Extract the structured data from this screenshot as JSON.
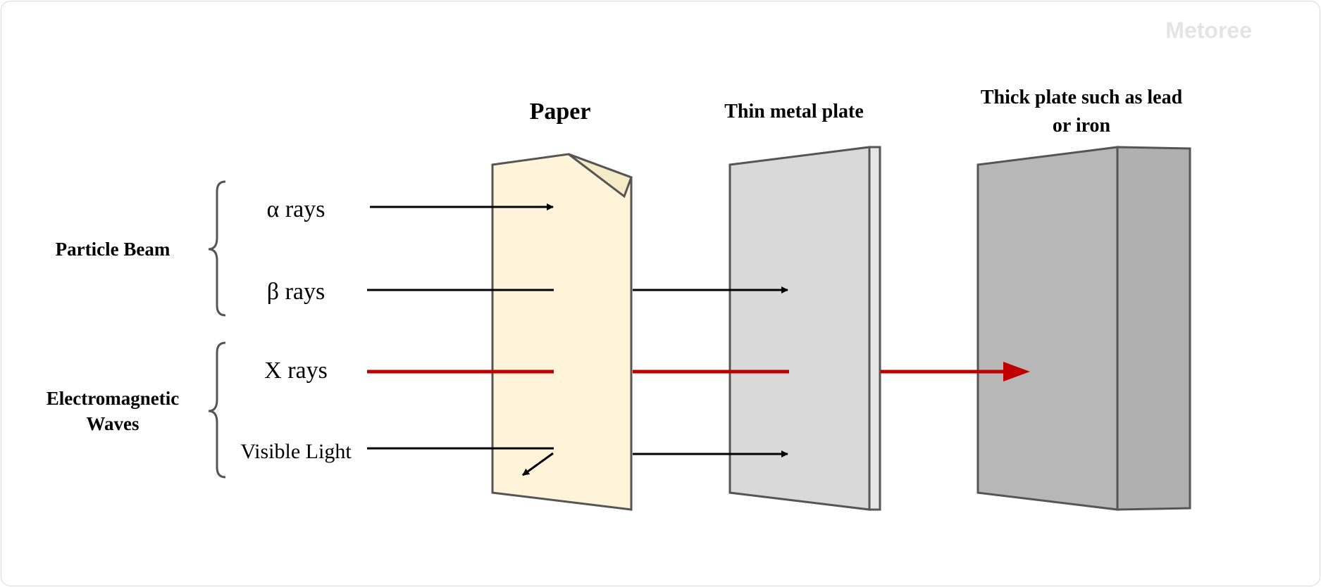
{
  "watermark": "Metoree",
  "materials": {
    "paper": "Paper",
    "thin_metal": "Thin metal plate",
    "thick_plate": [
      "Thick plate such as lead",
      "or iron"
    ]
  },
  "groups": {
    "particle_beam": "Particle Beam",
    "electromagnetic_waves": [
      "Electromagnetic",
      "Waves"
    ]
  },
  "rays": {
    "alpha": "α rays",
    "beta": "β rays",
    "xray": "X rays",
    "visible": "Visible Light"
  },
  "colors": {
    "xray": "#c00000",
    "paper_fill": "#fff4d9",
    "thin_metal_fill": "#d9d9d9",
    "thick_plate_fill": "#b7b7b7"
  }
}
